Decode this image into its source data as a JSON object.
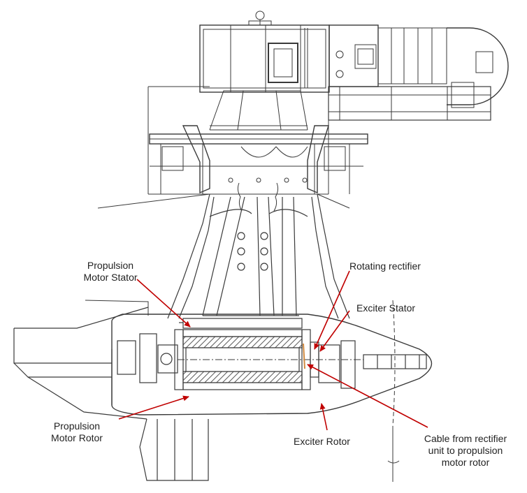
{
  "labels": {
    "propulsion_motor_stator": [
      "Propulsion",
      "Motor Stator"
    ],
    "rotating_rectifier": "Rotating rectifier",
    "exciter_stator": "Exciter Stator",
    "propulsion_motor_rotor": [
      "Propulsion",
      "Motor Rotor"
    ],
    "exciter_rotor": "Exciter Rotor",
    "cable": [
      "Cable from rectifier",
      "unit to propulsion",
      "motor rotor"
    ]
  },
  "colors": {
    "line_art": "#3a3a3a",
    "hatch": "#5a5a5a",
    "arrow": "#c00000",
    "text": "#222222",
    "background": "#ffffff"
  }
}
